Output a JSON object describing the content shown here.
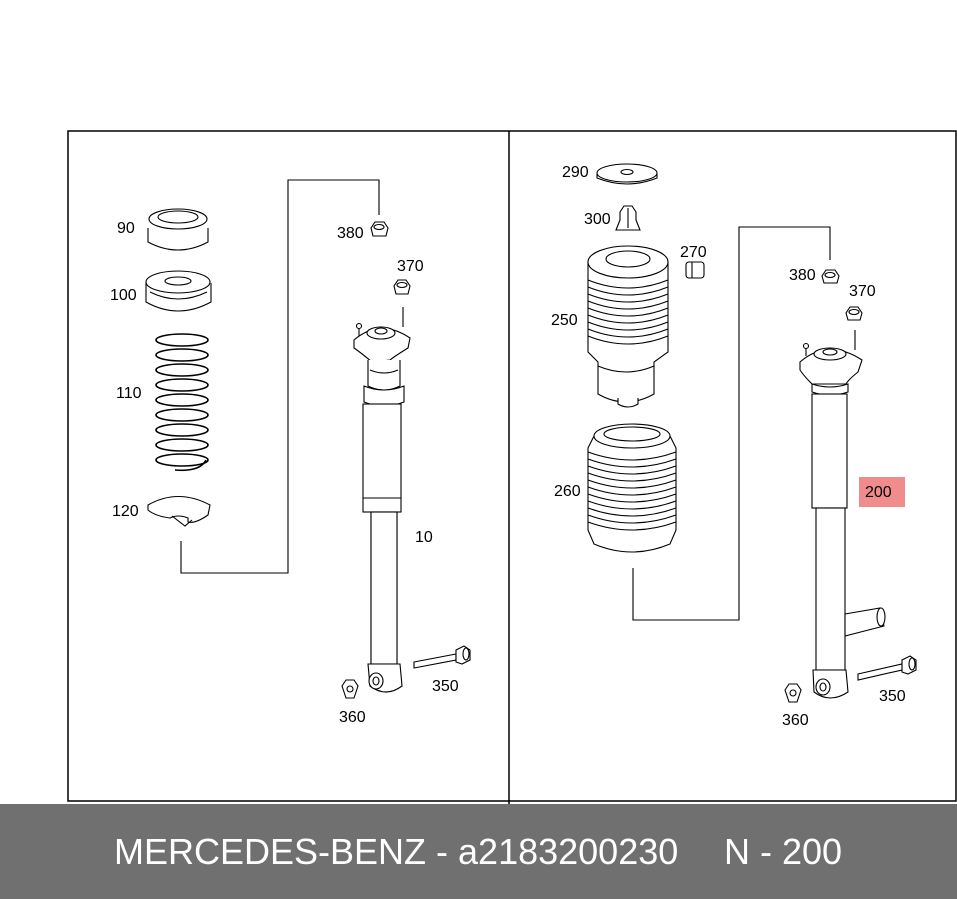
{
  "diagram": {
    "left_panel": {
      "labels": {
        "p90": "90",
        "p100": "100",
        "p110": "110",
        "p120": "120",
        "p380": "380",
        "p370": "370",
        "p10": "10",
        "p350": "350",
        "p360": "360"
      }
    },
    "right_panel": {
      "labels": {
        "p290": "290",
        "p300": "300",
        "p270": "270",
        "p250": "250",
        "p260": "260",
        "p380": "380",
        "p370": "370",
        "p200": "200",
        "p350": "350",
        "p360": "360"
      },
      "highlight_color": "#f08c8c"
    }
  },
  "footer": {
    "brand_and_number": "MERCEDES-BENZ - a2183200230",
    "part_ref": "N - 200",
    "background_color": "#707070"
  }
}
